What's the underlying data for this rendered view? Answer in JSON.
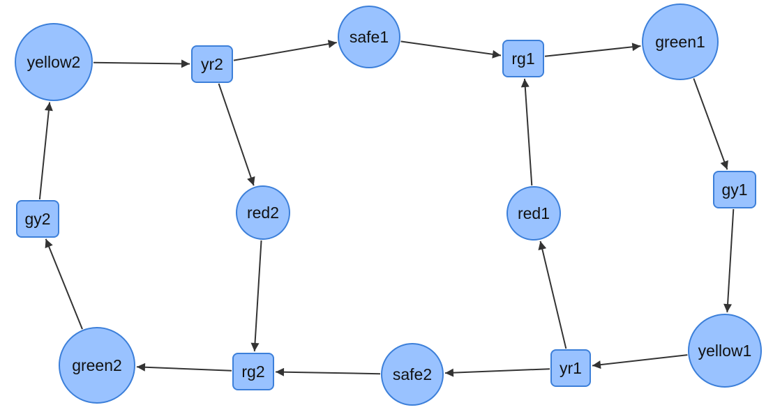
{
  "diagram": {
    "node_fill": "#99c2ff",
    "node_stroke": "#3c7fd9",
    "edge_color": "#333333",
    "nodes": [
      {
        "id": "yellow2",
        "label": "yellow2",
        "shape": "circle"
      },
      {
        "id": "yr2",
        "label": "yr2",
        "shape": "rounded-rect"
      },
      {
        "id": "safe1",
        "label": "safe1",
        "shape": "circle"
      },
      {
        "id": "rg1",
        "label": "rg1",
        "shape": "rounded-rect"
      },
      {
        "id": "green1",
        "label": "green1",
        "shape": "circle"
      },
      {
        "id": "gy1",
        "label": "gy1",
        "shape": "rounded-rect"
      },
      {
        "id": "yellow1",
        "label": "yellow1",
        "shape": "circle"
      },
      {
        "id": "yr1",
        "label": "yr1",
        "shape": "rounded-rect"
      },
      {
        "id": "safe2",
        "label": "safe2",
        "shape": "circle"
      },
      {
        "id": "rg2",
        "label": "rg2",
        "shape": "rounded-rect"
      },
      {
        "id": "green2",
        "label": "green2",
        "shape": "circle"
      },
      {
        "id": "gy2",
        "label": "gy2",
        "shape": "rounded-rect"
      },
      {
        "id": "red2",
        "label": "red2",
        "shape": "circle"
      },
      {
        "id": "red1",
        "label": "red1",
        "shape": "circle"
      }
    ],
    "edges": [
      {
        "from": "yellow2",
        "to": "yr2"
      },
      {
        "from": "yr2",
        "to": "safe1"
      },
      {
        "from": "yr2",
        "to": "red2"
      },
      {
        "from": "safe1",
        "to": "rg1"
      },
      {
        "from": "rg1",
        "to": "green1"
      },
      {
        "from": "green1",
        "to": "gy1"
      },
      {
        "from": "gy1",
        "to": "yellow1"
      },
      {
        "from": "yellow1",
        "to": "yr1"
      },
      {
        "from": "yr1",
        "to": "safe2"
      },
      {
        "from": "yr1",
        "to": "red1"
      },
      {
        "from": "red1",
        "to": "rg1"
      },
      {
        "from": "safe2",
        "to": "rg2"
      },
      {
        "from": "red2",
        "to": "rg2"
      },
      {
        "from": "rg2",
        "to": "green2"
      },
      {
        "from": "green2",
        "to": "gy2"
      },
      {
        "from": "gy2",
        "to": "yellow2"
      }
    ]
  }
}
